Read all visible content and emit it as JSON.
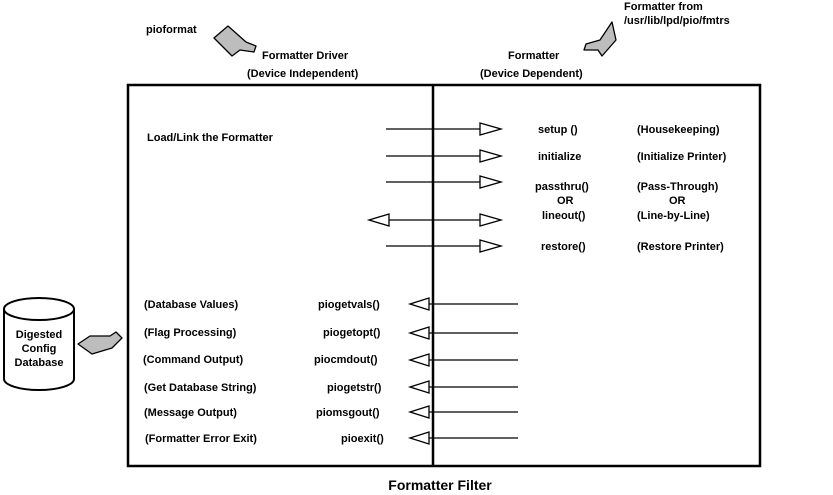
{
  "pointers": {
    "pioformat": "pioformat",
    "formatter_from_line1": "Formatter from",
    "formatter_from_line2": "/usr/lib/lpd/pio/fmtrs"
  },
  "driver_header": {
    "line1": "Formatter Driver",
    "line2": "(Device Independent)"
  },
  "formatter_header": {
    "line1": "Formatter",
    "line2": "(Device Dependent)"
  },
  "load_link_label": "Load/Link the Formatter",
  "formatter_routines": [
    {
      "name": "setup ()",
      "desc": "(Housekeeping)"
    },
    {
      "name": "initialize",
      "desc": "(Initialize Printer)"
    },
    {
      "name": "passthru()",
      "desc": "(Pass-Through)",
      "or": "OR"
    },
    {
      "name": "lineout()",
      "desc": "(Line-by-Line)"
    },
    {
      "name": "restore()",
      "desc": "(Restore Printer)"
    }
  ],
  "driver_services": [
    {
      "desc": "(Database Values)",
      "name": "piogetvals()"
    },
    {
      "desc": "(Flag Processing)",
      "name": "piogetopt()"
    },
    {
      "desc": "(Command Output)",
      "name": "piocmdout()"
    },
    {
      "desc": "(Get Database String)",
      "name": "piogetstr()"
    },
    {
      "desc": "(Message Output)",
      "name": "piomsgout()"
    },
    {
      "desc": "(Formatter Error Exit)",
      "name": "pioexit()"
    }
  ],
  "database": {
    "line1": "Digested",
    "line2": "Config",
    "line3": "Database"
  },
  "caption": "Formatter Filter"
}
